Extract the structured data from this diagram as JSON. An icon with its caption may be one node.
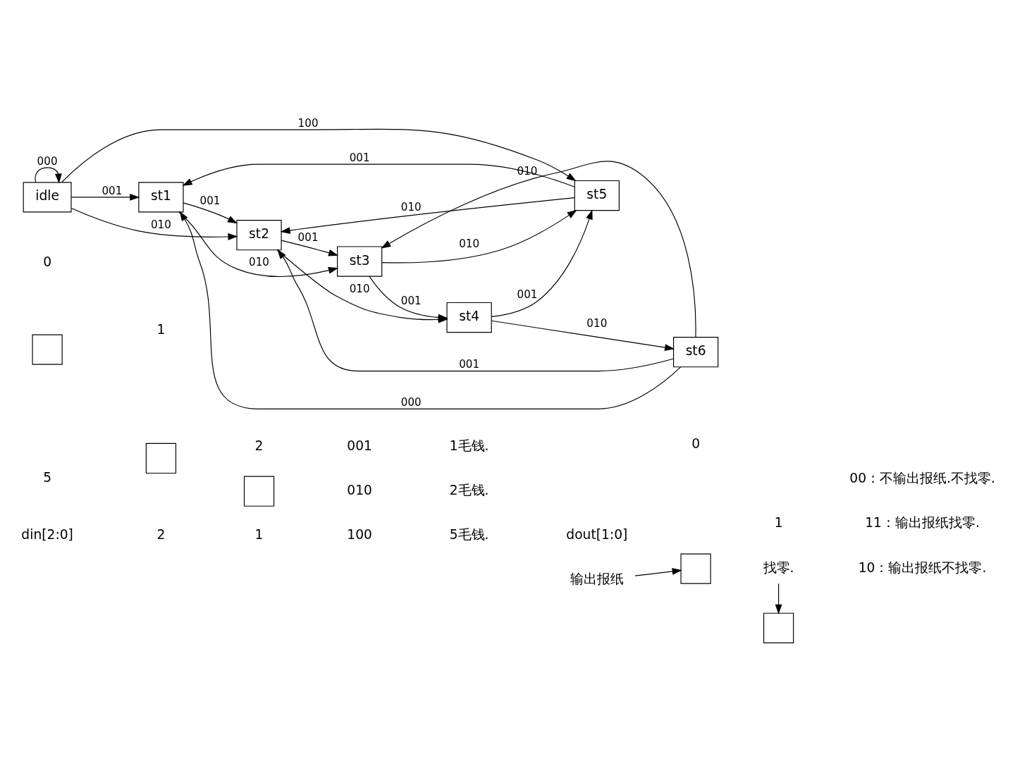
{
  "diagram": {
    "nodes": [
      {
        "text": [
          "idle"
        ]
      },
      {
        "text": [
          "st1"
        ]
      },
      {
        "text": [
          "st2"
        ]
      },
      {
        "text": [
          "st3"
        ]
      },
      {
        "text": [
          "st4"
        ]
      },
      {
        "text": [
          "st5"
        ]
      },
      {
        "text": [
          "st6"
        ]
      },
      {
        "text": [],
        "shape": "box"
      },
      {
        "text": [],
        "shape": "box"
      },
      {
        "text": [
          "输出报纸"
        ]
      },
      {
        "text": [
          "找零."
        ]
      },
      {
        "text": [],
        "shape": "box"
      },
      {
        "text": [],
        "shape": "box"
      },
      {
        "text": [],
        "shape": "box"
      }
    ],
    "edges": [
      {
        "from": 0,
        "to": 0,
        "label": "000",
        "arrow": "to"
      },
      {
        "from": 0,
        "to": 1,
        "label": "001",
        "arrow": "to"
      },
      {
        "from": 1,
        "to": 2,
        "label": "001",
        "arrow": "to"
      },
      {
        "from": 2,
        "to": 3,
        "label": "001",
        "arrow": "to"
      },
      {
        "from": 3,
        "to": 4,
        "label": "001",
        "arrow": "to"
      },
      {
        "from": 4,
        "to": 5,
        "label": "001",
        "arrow": "to"
      },
      {
        "from": 6,
        "to": 3,
        "label": "010",
        "arrow": "to"
      },
      {
        "from": 6,
        "to": 2,
        "label": "001",
        "arrow": "to"
      },
      {
        "from": 5,
        "to": 2,
        "label": "010",
        "arrow": "to"
      },
      {
        "from": 5,
        "to": 1,
        "label": "001",
        "arrow": "to"
      },
      {
        "from": 6,
        "to": 1,
        "label": "000",
        "arrow": "to"
      },
      {
        "from": 3,
        "to": 5,
        "label": "010",
        "arrow": "to"
      },
      {
        "from": 1,
        "to": 3,
        "label": "010",
        "arrow": "to"
      },
      {
        "from": 4,
        "to": 6,
        "label": "010",
        "arrow": "to"
      },
      {
        "from": 2,
        "to": 4,
        "label": "010",
        "arrow": "to"
      },
      {
        "from": 0,
        "to": 2,
        "label": "010",
        "arrow": "to"
      },
      {
        "from": 0,
        "to": 5,
        "label": "100",
        "arrow": "to"
      },
      {
        "from": 9,
        "to": 7,
        "arrow": "to"
      },
      {
        "from": 10,
        "to": 8,
        "arrow": "to"
      }
    ],
    "labels": [
      "din[2:0]",
      "5",
      "2",
      "1",
      "0",
      "1",
      "2",
      "100",
      "5毛钱.",
      "010",
      "2毛钱.",
      "001",
      "1毛钱.",
      "dout[1:0]",
      "0",
      "1",
      "10：输出报纸不找零.",
      "11：输出报纸找零.",
      "00：不输出报纸.不找零."
    ]
  }
}
